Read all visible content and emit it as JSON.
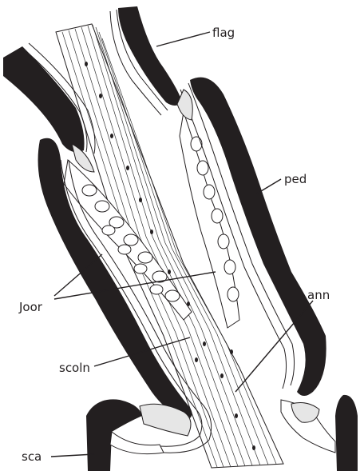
{
  "labels": {
    "flag": "flag",
    "ped": "ped",
    "joor": "Joor",
    "ann": "ann",
    "scoln": "scoln",
    "sca": "sca"
  },
  "colors": {
    "cuticle": "#231f20",
    "tissue": "#ffffff",
    "ink": "#231f20"
  }
}
